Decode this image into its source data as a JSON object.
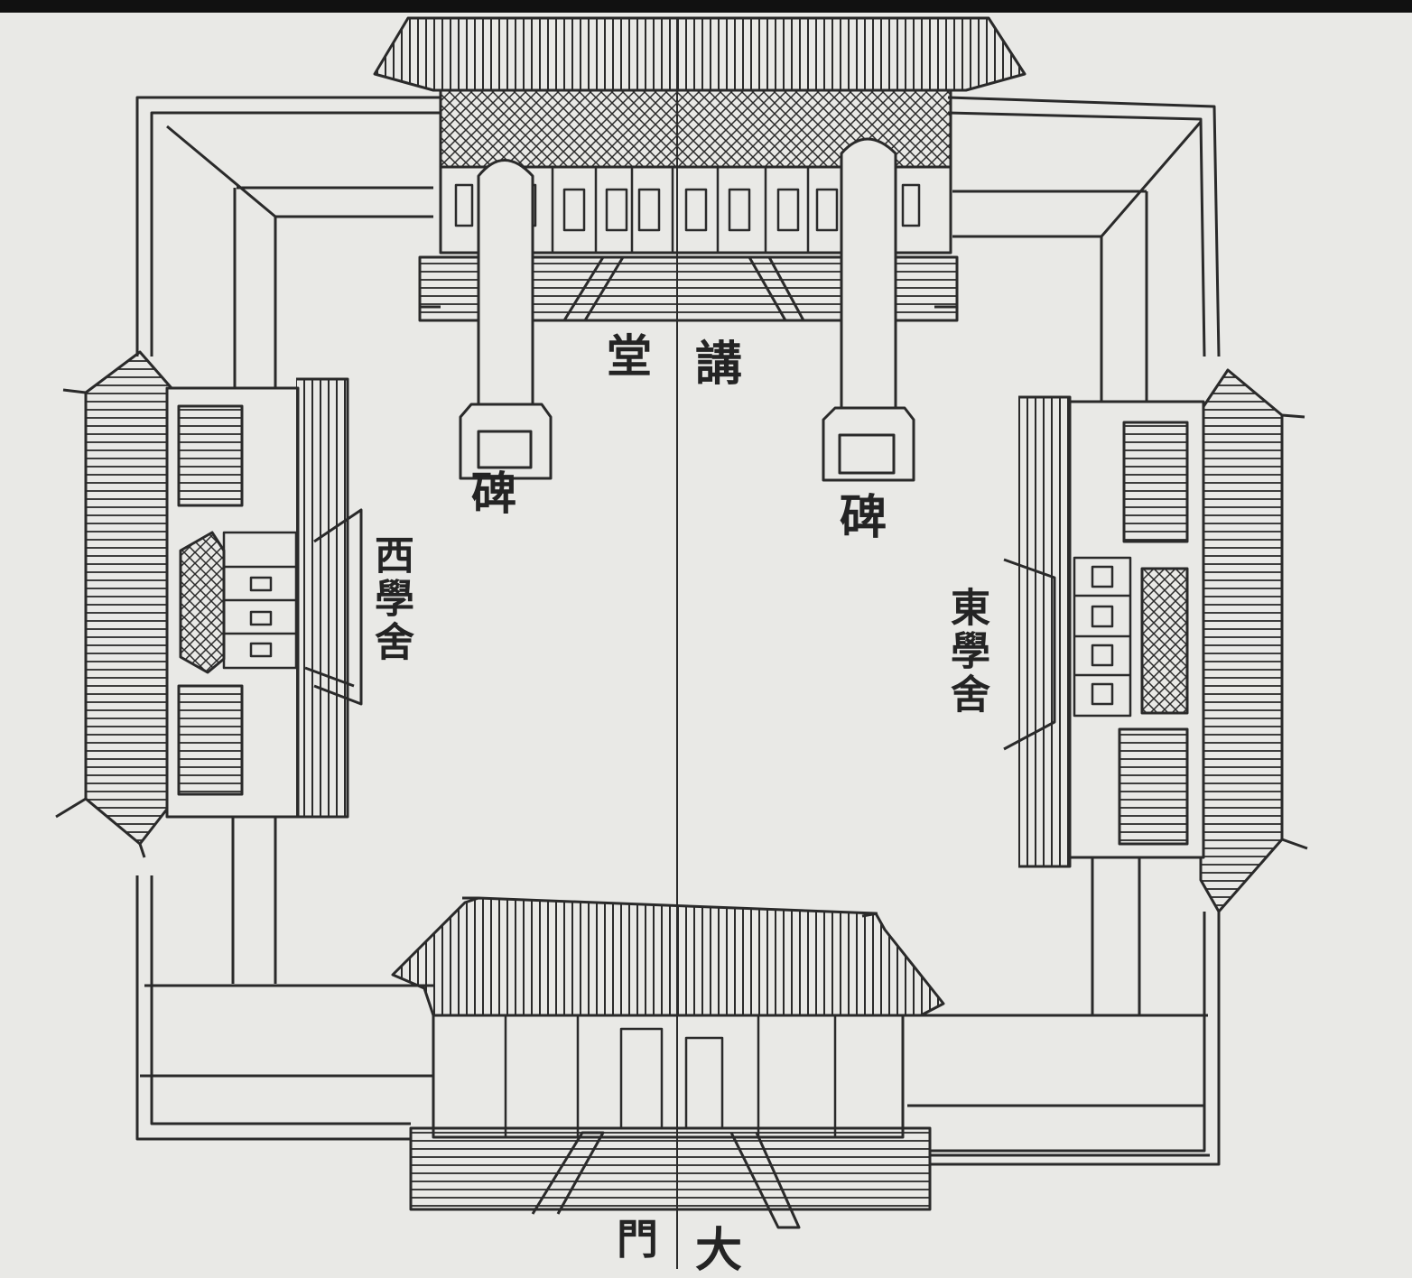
{
  "labels": {
    "hall_char_1": "堂",
    "hall_char_2": "講",
    "stele_left": "碑",
    "stele_right": "碑",
    "west_dormitory": "西學舍",
    "east_dormitory": "東學舍",
    "gate_char_1": "門",
    "gate_char_2": "大"
  },
  "colors": {
    "paper": "#e9e9e6",
    "ink": "#2a2a2a",
    "roof_fill": "#dcdcd8"
  }
}
